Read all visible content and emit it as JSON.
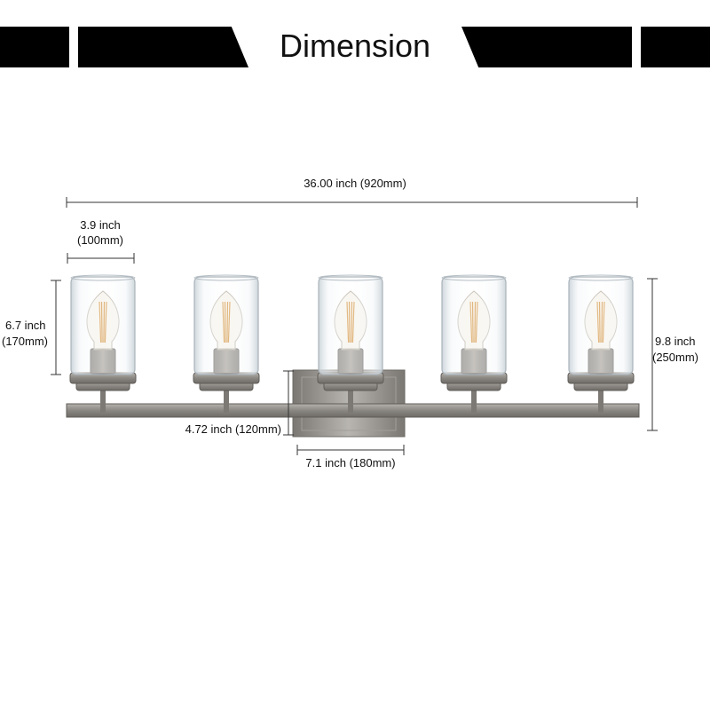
{
  "header": {
    "title": "Dimension"
  },
  "dimensions": {
    "overall_width": "36.00 inch (920mm)",
    "shade_width": {
      "line1": "3.9 inch",
      "line2": "(100mm)"
    },
    "shade_height": {
      "line1": "6.7 inch",
      "line2": "(170mm)"
    },
    "overall_height": {
      "line1": "9.8 inch",
      "line2": "(250mm)"
    },
    "backplate_height": "4.72 inch (120mm)",
    "backplate_width": "7.1 inch (180mm)"
  },
  "colors": {
    "header_bar": "#000000",
    "metal": "#8e8b86",
    "glass": "#dfe6ea",
    "filament": "#d9a25a"
  }
}
